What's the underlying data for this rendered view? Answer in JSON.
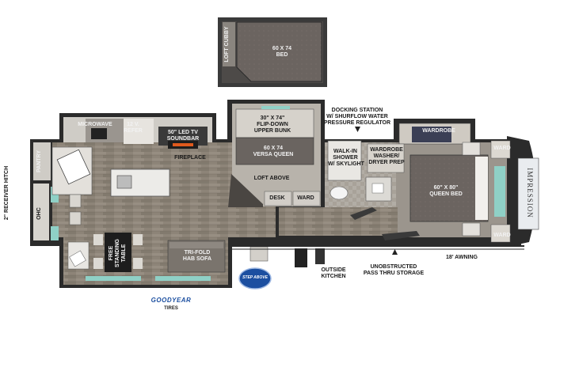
{
  "colors": {
    "wall": "#2b2b2b",
    "floor_wood": "#8c8275",
    "floor_light": "#a39b90",
    "bed_fill": "#6d6763",
    "cabinet": "#d9d6d0",
    "countertop": "#e8e6e2",
    "glass": "#7fc8be",
    "logo_blue": "#1c4fa0"
  },
  "labels": {
    "slide_bed": "60 X 74\nBED",
    "loft_cubby": "LOFT CUBBY",
    "microwave": "MICROWAVE",
    "refer": "12 V.\nREFER",
    "led_tv": "50\" LED TV\nSOUNDBAR",
    "fireplace": "FIREPLACE",
    "flip_bunk": "30\" X 74\"\nFLIP-DOWN\nUPPER BUNK",
    "versa_queen": "60 X 74\nVERSA QUEEN",
    "loft_above": "LOFT ABOVE",
    "desk": "DESK",
    "ward_mid": "WARD",
    "docking": "DOCKING STATION\nW/ SHURFLOW WATER\nPRESSURE REGULATOR",
    "walkin_shower": "WALK-IN\nSHOWER\nW/ SKYLIGHT",
    "wardrobe_top": "WARDROBE",
    "wardrobe_washer": "WARDROBE\nWASHER/\nDRYER PREP",
    "ward_right_top": "WARD",
    "ward_right_bottom": "WARD",
    "queen_bed": "60\" X 80\"\nQUEEN BED",
    "pantry": "PANTRY",
    "receiver_hitch": "2\" RECEIVER HITCH",
    "ohc": "OHC",
    "free_table": "FREE\nSTANDING\nTABLE",
    "trifold_sofa": "TRI-FOLD\nHAB SOFA",
    "outside_kitchen": "OUTSIDE\nKITCHEN",
    "pass_thru": "UNOBSTRUCTED\nPASS THRU STORAGE",
    "awning": "18' AWNING",
    "impression": "IMPRESSION",
    "step_above": "STEP ABOVE",
    "goodyear": "GOODYEAR",
    "tires": "TIRES"
  }
}
